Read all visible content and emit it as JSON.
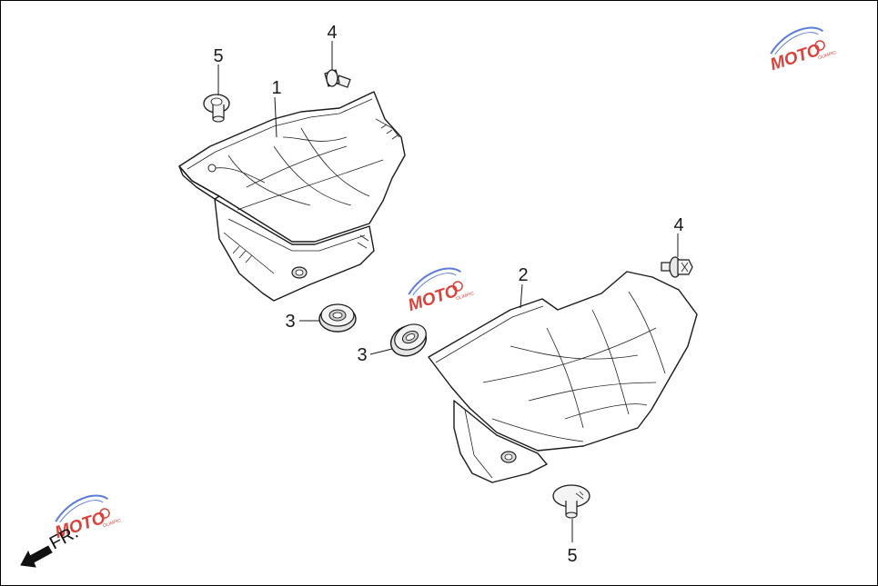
{
  "diagram": {
    "callouts": [
      {
        "id": "c1",
        "label": "1"
      },
      {
        "id": "c2",
        "label": "2"
      },
      {
        "id": "c3a",
        "label": "3"
      },
      {
        "id": "c3b",
        "label": "3"
      },
      {
        "id": "c4a",
        "label": "4"
      },
      {
        "id": "c4b",
        "label": "4"
      },
      {
        "id": "c5a",
        "label": "5"
      },
      {
        "id": "c5b",
        "label": "5"
      }
    ],
    "direction_label": "FR.",
    "watermark": {
      "text": "MOTO",
      "subtext": "OLIMPIC"
    },
    "colors": {
      "line": "#1a1a1a",
      "part_fill": "#f4f4f4",
      "shade": "#d6d6d6",
      "watermark_red": "#d9433b",
      "watermark_blue": "#5a7bd8"
    }
  }
}
